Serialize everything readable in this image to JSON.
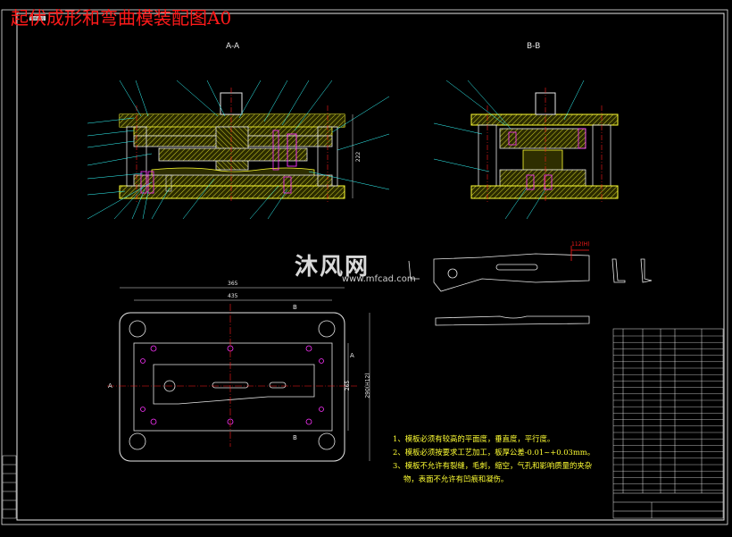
{
  "drawing": {
    "title": "起伏成形和弯曲模装配图A0",
    "section_aa": "A-A",
    "section_bb": "B-B",
    "stamp": "图纸编号",
    "watermark_brand": "沐风网",
    "watermark_url": "www.mfcad.com",
    "tech_notes": [
      "1、模板必须有较高的平面度，垂直度，平行度。",
      "2、模板必须按要求工艺加工，板厚公差-0.01~+0.03mm。",
      "3、模板不允许有裂缝，毛刺，缩空，气孔和影响质量的夹杂",
      "物，表面不允许有凹痕和凝伤。"
    ],
    "dims": {
      "plan_width_outer": "365",
      "plan_width_inner": "435",
      "plan_height": "265",
      "plan_height_outer": "290(H12)",
      "section_height": "222",
      "part_dim": "112(H)"
    },
    "cut_labels": {
      "a_left": "A",
      "a_right": "A",
      "b_top": "B",
      "b_bottom": "B"
    }
  },
  "colors": {
    "background": "#000000",
    "outline": "#e8e8e8",
    "yellow": "#ffff33",
    "magenta": "#ff33ff",
    "red": "#ff1a1a",
    "cyan": "#33ffff",
    "green": "#33ff66"
  }
}
